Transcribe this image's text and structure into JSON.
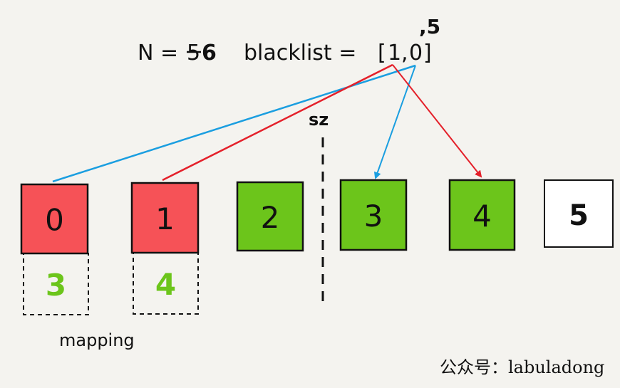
{
  "header": {
    "n_label": "N =",
    "n_old": "5",
    "n_new": "6",
    "blacklist_label": "blacklist =",
    "list_open": "[",
    "item_a": "1",
    "comma": ",",
    "item_b": "0",
    "list_close": "]",
    "added_item": ",5"
  },
  "sz_label": "sz",
  "cells": [
    {
      "label": "0",
      "state": "blacklisted",
      "mapped_to": "3"
    },
    {
      "label": "1",
      "state": "blacklisted",
      "mapped_to": "4"
    },
    {
      "label": "2",
      "state": "allowed"
    },
    {
      "label": "3",
      "state": "allowed"
    },
    {
      "label": "4",
      "state": "allowed"
    },
    {
      "label": "5",
      "state": "new"
    }
  ],
  "mapping_label": "mapping",
  "watermark": "公众号：labuladong",
  "colors": {
    "red": "#f65257",
    "green": "#6cc51b",
    "mapped_text": "#6cc51b",
    "blue_arrow": "#1a9ee0",
    "red_arrow": "#e4202a",
    "background": "#f4f3ef"
  }
}
